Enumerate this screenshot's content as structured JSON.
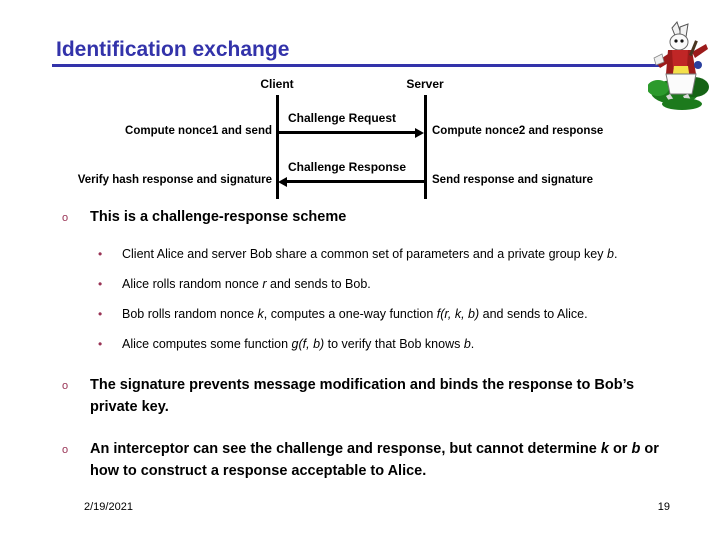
{
  "slide": {
    "title": "Identification exchange",
    "title_color": "#3333AA"
  },
  "diagram": {
    "client_label": "Client",
    "server_label": "Server",
    "messages": [
      {
        "label": "Challenge Request",
        "direction": "right"
      },
      {
        "label": "Challenge Response",
        "direction": "left"
      }
    ],
    "left_notes": [
      "Compute nonce1 and send",
      "Verify hash response and signature"
    ],
    "right_notes": [
      "Compute nonce2 and response",
      "Send response and signature"
    ]
  },
  "body": {
    "bullet_marker_level1": "o",
    "bullet_marker_level2": "•",
    "bullet_color": "#993355",
    "items": [
      {
        "level": 1,
        "text": "This is a challenge-response scheme"
      },
      {
        "level": 2,
        "text_pre": "Client Alice and server Bob share a common set of parameters and a private group key ",
        "em1": "b",
        "text_post": "."
      },
      {
        "level": 2,
        "text_pre": "Alice rolls random nonce ",
        "em1": "r",
        "text_post": " and sends to Bob."
      },
      {
        "level": 2,
        "text_pre": "Bob rolls random nonce ",
        "em1": "k",
        "text_mid": ", computes a one-way function ",
        "em2": "f(r, k, b)",
        "text_post": " and sends to Alice."
      },
      {
        "level": 2,
        "text_pre": "Alice computes some function ",
        "em1": "g(f, b)",
        "text_mid": " to verify that Bob knows ",
        "em2": "b",
        "text_post": "."
      },
      {
        "level": 1,
        "text": "The signature prevents message modification and binds the response to Bob’s private key."
      },
      {
        "level": 1,
        "text_pre": "An interceptor can see the challenge and response, but cannot determine ",
        "em1": "k",
        "text_mid": " or ",
        "em2": "b",
        "text_post": " or how to construct a response acceptable to Alice."
      }
    ]
  },
  "footer": {
    "date": "2/19/2021",
    "slide_number": "19"
  }
}
